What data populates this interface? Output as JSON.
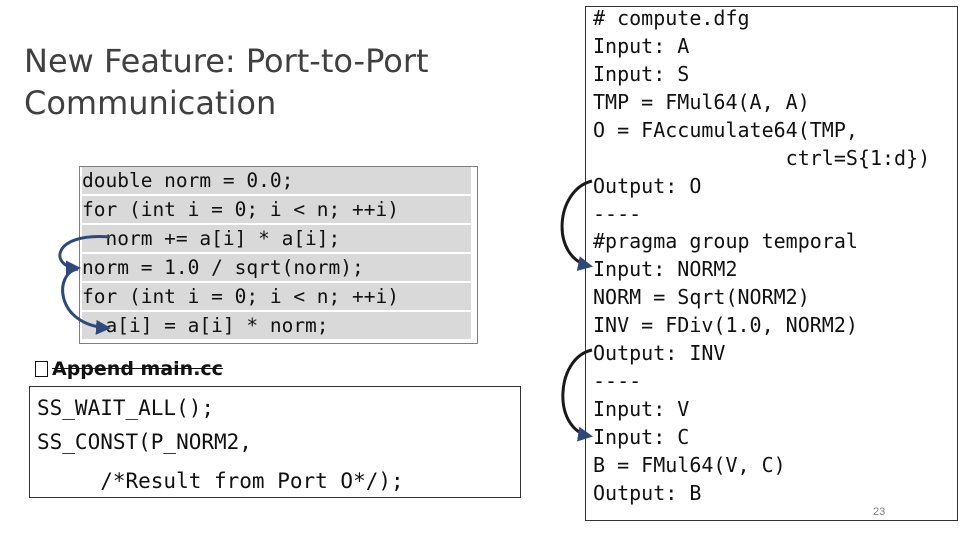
{
  "title": {
    "line1": "New Feature: Port-to-Port",
    "line2": "Communication"
  },
  "code_block": [
    "double norm = 0.0;",
    "for (int i = 0; i < n; ++i)",
    "  norm += a[i] * a[i];",
    "norm = 1.0 / sqrt(norm);",
    "for (int i = 0; i < n; ++i)",
    "  a[i] = a[i] * norm;"
  ],
  "append_label": "Append main.cc",
  "main_code": [
    "SS_WAIT_ALL();",
    "SS_CONST(P_NORM2,",
    "     /*Result from Port O*/);"
  ],
  "dfg_code": [
    "# compute.dfg",
    "Input: A",
    "Input: S",
    "TMP = FMul64(A, A)",
    "O = FAccumulate64(TMP,",
    "                ctrl=S{1:d})",
    "Output: O",
    "----",
    "#pragma group temporal",
    "Input: NORM2",
    "NORM = Sqrt(NORM2)",
    "INV = FDiv(1.0, NORM2)",
    "Output: INV",
    "----",
    "Input: V",
    "Input: C",
    "B = FMul64(V, C)",
    "Output: B"
  ],
  "page_number": "23",
  "colors": {
    "title": "#404040",
    "code_bg": "#d9d9d9",
    "arrow": "#2f4a7a"
  }
}
